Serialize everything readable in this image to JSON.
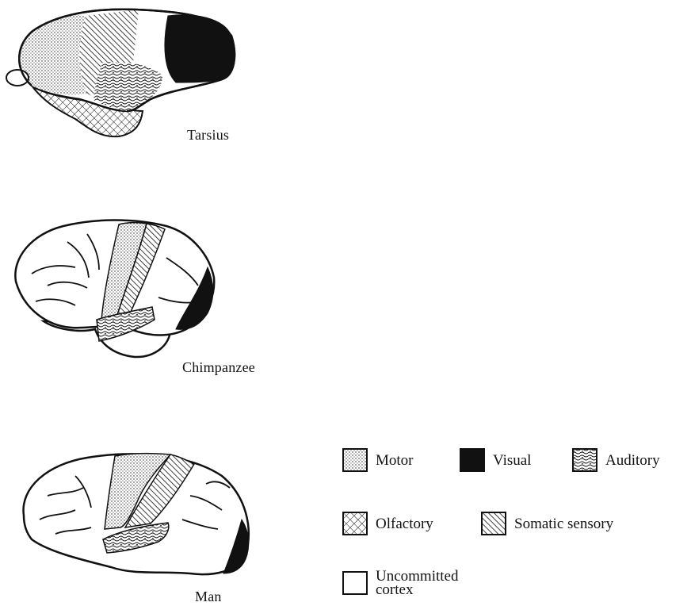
{
  "specimens": [
    {
      "id": "tarsius",
      "caption": "Tarsius"
    },
    {
      "id": "chimpanzee",
      "caption": "Chimpanzee"
    },
    {
      "id": "man",
      "caption": "Man"
    }
  ],
  "legend": {
    "items": [
      {
        "key": "motor",
        "label": "Motor",
        "pattern": "dots"
      },
      {
        "key": "visual",
        "label": "Visual",
        "pattern": "solid-black"
      },
      {
        "key": "auditory",
        "label": "Auditory",
        "pattern": "wavy"
      },
      {
        "key": "olfactory",
        "label": "Olfactory",
        "pattern": "crosshatch"
      },
      {
        "key": "somatic",
        "label": "Somatic sensory",
        "pattern": "diagonal-lines"
      },
      {
        "key": "uncommitted",
        "label": "Uncommitted cortex",
        "pattern": "blank"
      }
    ]
  },
  "colors": {
    "ink": "#111111",
    "paper": "#ffffff"
  }
}
